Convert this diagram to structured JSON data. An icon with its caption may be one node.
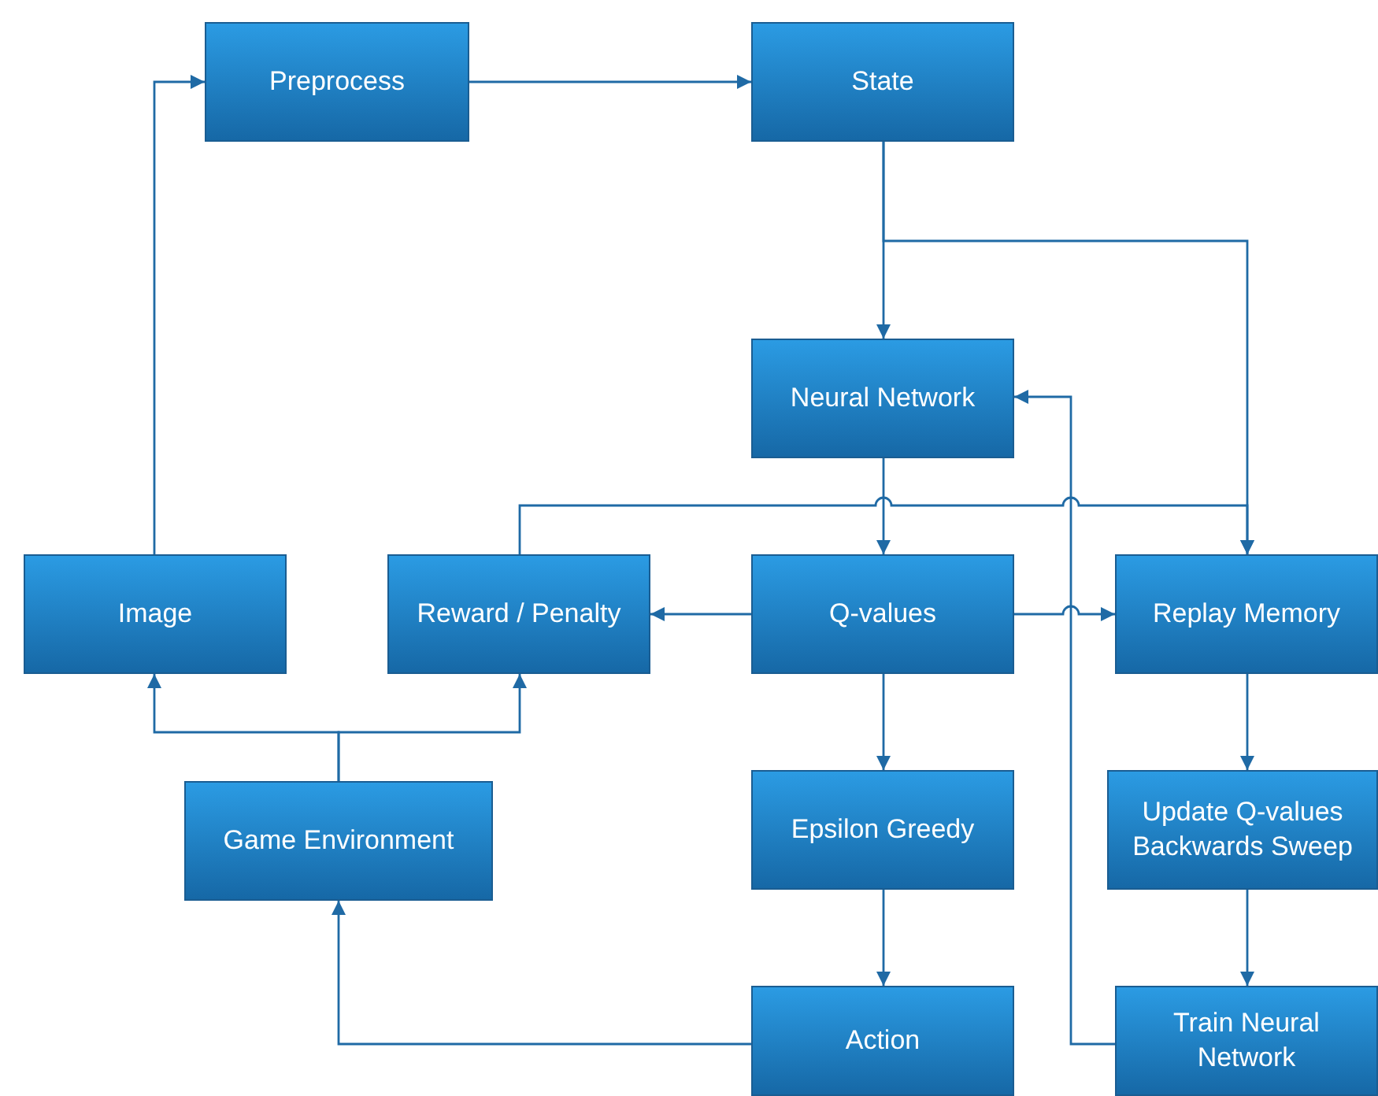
{
  "diagram": {
    "nodes": [
      {
        "text": [
          "Preprocess"
        ]
      },
      {
        "text": [
          "State"
        ]
      },
      {
        "text": [
          "Neural Network"
        ]
      },
      {
        "text": [
          "Image"
        ]
      },
      {
        "text": [
          "Reward / Penalty"
        ]
      },
      {
        "text": [
          "Q-values"
        ]
      },
      {
        "text": [
          "Replay Memory"
        ]
      },
      {
        "text": [
          "Game Environment"
        ]
      },
      {
        "text": [
          "Epsilon Greedy"
        ]
      },
      {
        "text": [
          "Update Q-values Backwards Sweep"
        ]
      },
      {
        "text": [
          "Action"
        ]
      },
      {
        "text": [
          "Train Neural Network"
        ]
      }
    ],
    "edges": [
      {
        "from": 3,
        "to": 0,
        "arrow": "to"
      },
      {
        "from": 0,
        "to": 1,
        "arrow": "to"
      },
      {
        "from": 1,
        "to": 2,
        "arrow": "to"
      },
      {
        "from": 1,
        "to": 6,
        "arrow": "to"
      },
      {
        "from": 2,
        "to": 5,
        "arrow": "to"
      },
      {
        "from": 5,
        "to": 4,
        "arrow": "to"
      },
      {
        "from": 5,
        "to": 6,
        "arrow": "to"
      },
      {
        "from": 4,
        "to": 6,
        "arrow": "to"
      },
      {
        "from": 5,
        "to": 8,
        "arrow": "to"
      },
      {
        "from": 8,
        "to": 10,
        "arrow": "to"
      },
      {
        "from": 10,
        "to": 7,
        "arrow": "to"
      },
      {
        "from": 7,
        "to": 3,
        "arrow": "to"
      },
      {
        "from": 7,
        "to": 4,
        "arrow": "to"
      },
      {
        "from": 6,
        "to": 9,
        "arrow": "to"
      },
      {
        "from": 9,
        "to": 11,
        "arrow": "to"
      },
      {
        "from": 11,
        "to": 2,
        "arrow": "to"
      }
    ]
  }
}
